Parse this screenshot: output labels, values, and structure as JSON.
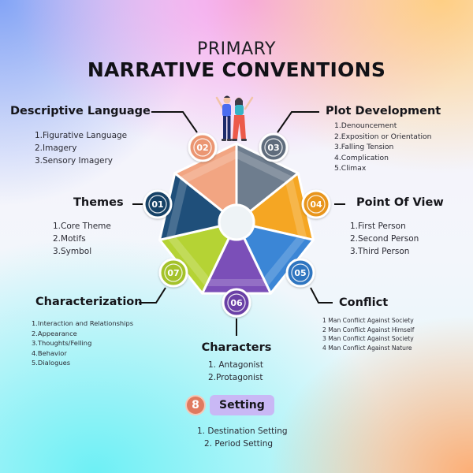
{
  "title": {
    "line1": "PRIMARY",
    "line2": "NARRATIVE CONVENTIONS"
  },
  "sections": [
    {
      "number": "01",
      "heading": "Themes",
      "color": "#1f4f7a",
      "items": [
        "1.Core Theme",
        "2.Motifs",
        "3.Symbol"
      ]
    },
    {
      "number": "02",
      "heading": "Descriptive  Language",
      "color": "#f2a582",
      "items": [
        "1.Figurative Language",
        "2.Imagery",
        "3.Sensory Imagery"
      ]
    },
    {
      "number": "03",
      "heading": "Plot Development",
      "color": "#6e7d8e",
      "items": [
        "1.Denouncement",
        "2.Exposition or Orientation",
        "3.Falling Tension",
        "4.Complication",
        "5.Climax"
      ]
    },
    {
      "number": "04",
      "heading": "Point Of View",
      "color": "#f5a623",
      "items": [
        "1.First Person",
        "2.Second Person",
        "3.Third Person"
      ]
    },
    {
      "number": "05",
      "heading": "Conflict",
      "color": "#3b86d6",
      "items": [
        "1 Man Conflict Against Society",
        "2 Man Conflict Against Himself",
        "3 Man Conflict Against Society",
        "4 Man Conflict Against Nature"
      ]
    },
    {
      "number": "06",
      "heading": "Characters",
      "color": "#7b4fb8",
      "items": [
        "1. Antagonist",
        "2.Protagonist"
      ]
    },
    {
      "number": "07",
      "heading": "Characterization",
      "color": "#b5d334",
      "items": [
        "1.Interaction and Relationships",
        "2.Appearance",
        "3.Thoughts/Felling",
        "4.Behavior",
        "5.Dialogues"
      ]
    }
  ],
  "setting": {
    "number": "8",
    "heading": "Setting",
    "color": "#c9b8f5",
    "items": [
      "1.  Destination Setting",
      "2. Period Setting"
    ]
  },
  "illustration": {
    "icon": "two-people-waving-icon"
  }
}
